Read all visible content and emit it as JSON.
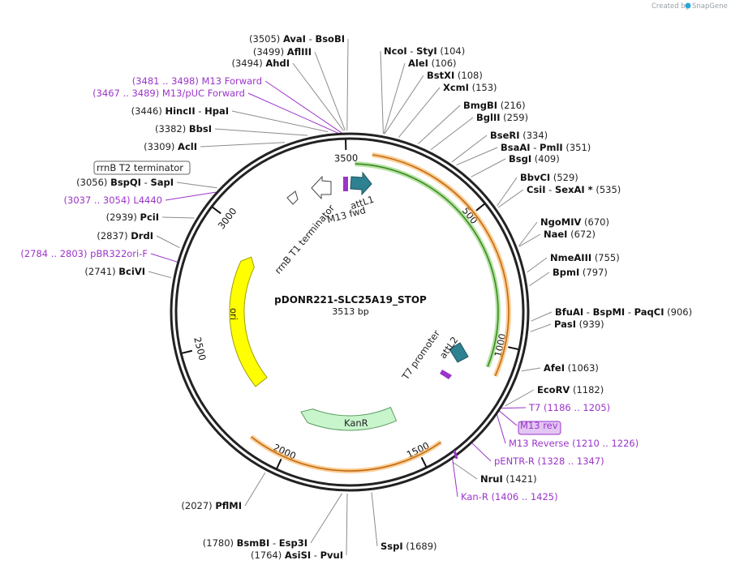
{
  "title": "pDONR221-SLC25A19_STOP",
  "size": "3513 bp",
  "credit": "Created by",
  "brand": "SnapGene",
  "total_bp": 3513,
  "ticks": [
    "500",
    "1000",
    "1500",
    "2000",
    "2500",
    "3000",
    "3500"
  ],
  "sites": [
    {
      "name": "AvaI",
      "name2": "BsoBI",
      "pos": "(3505)",
      "side": "L"
    },
    {
      "name": "AflIII",
      "pos": "(3499)",
      "side": "L"
    },
    {
      "name": "AhdI",
      "pos": "(3494)",
      "side": "L"
    },
    {
      "name": "HincII",
      "name2": "HpaI",
      "pos": "(3446)",
      "side": "L"
    },
    {
      "name": "BbsI",
      "pos": "(3382)",
      "side": "L"
    },
    {
      "name": "AclI",
      "pos": "(3309)",
      "side": "L"
    },
    {
      "name": "BspQI",
      "name2": "SapI",
      "pos": "(3056)",
      "side": "L"
    },
    {
      "name": "PciI",
      "pos": "(2939)",
      "side": "L"
    },
    {
      "name": "DrdI",
      "pos": "(2837)",
      "side": "L"
    },
    {
      "name": "BciVI",
      "pos": "(2741)",
      "side": "L"
    },
    {
      "name": "PflMI",
      "pos": "(2027)",
      "side": "L"
    },
    {
      "name": "BsmBI",
      "name2": "Esp3I",
      "pos": "(1780)",
      "side": "L"
    },
    {
      "name": "AsiSI",
      "name2": "PvuI",
      "pos": "(1764)",
      "side": "L"
    },
    {
      "name": "NcoI",
      "name2": "StyI",
      "pos": "(104)",
      "side": "R"
    },
    {
      "name": "AleI",
      "pos": "(106)",
      "side": "R"
    },
    {
      "name": "BstXI",
      "pos": "(108)",
      "side": "R"
    },
    {
      "name": "XcmI",
      "pos": "(153)",
      "side": "R"
    },
    {
      "name": "BmgBI",
      "pos": "(216)",
      "side": "R"
    },
    {
      "name": "BglII",
      "pos": "(259)",
      "side": "R"
    },
    {
      "name": "BseRI",
      "pos": "(334)",
      "side": "R"
    },
    {
      "name": "BsaAI",
      "name2": "PmlI",
      "pos": "(351)",
      "side": "R"
    },
    {
      "name": "BsgI",
      "pos": "(409)",
      "side": "R"
    },
    {
      "name": "BbvCI",
      "pos": "(529)",
      "side": "R"
    },
    {
      "name": "CsiI",
      "name2": "SexAI *",
      "pos": "(535)",
      "side": "R"
    },
    {
      "name": "NgoMIV",
      "pos": "(670)",
      "side": "R"
    },
    {
      "name": "NaeI",
      "pos": "(672)",
      "side": "R"
    },
    {
      "name": "NmeAIII",
      "pos": "(755)",
      "side": "R"
    },
    {
      "name": "BpmI",
      "pos": "(797)",
      "side": "R"
    },
    {
      "name": "BfuAI",
      "name2": "BspMI",
      "name3": "PaqCI",
      "pos": "(906)",
      "side": "R"
    },
    {
      "name": "PasI",
      "pos": "(939)",
      "side": "R"
    },
    {
      "name": "AfeI",
      "pos": "(1063)",
      "side": "R"
    },
    {
      "name": "EcoRV",
      "pos": "(1182)",
      "side": "R"
    },
    {
      "name": "NruI",
      "pos": "(1421)",
      "side": "R"
    },
    {
      "name": "SspI",
      "pos": "(1689)",
      "side": "R"
    }
  ],
  "primers": [
    {
      "name": "M13 Forward",
      "range": "(3481 .. 3498)",
      "side": "L"
    },
    {
      "name": "M13/pUC Forward",
      "range": "(3467 .. 3489)",
      "side": "L"
    },
    {
      "name": "L4440",
      "range": "(3037 .. 3054)",
      "side": "L"
    },
    {
      "name": "pBR322ori-F",
      "range": "(2784 .. 2803)",
      "side": "L"
    },
    {
      "name": "T7",
      "range": "(1186 .. 1205)",
      "side": "R"
    },
    {
      "name": "M13 rev",
      "range": "",
      "side": "R"
    },
    {
      "name": "M13 Reverse",
      "range": "(1210 .. 1226)",
      "side": "R"
    },
    {
      "name": "pENTR-R",
      "range": "(1328 .. 1347)",
      "side": "R"
    },
    {
      "name": "Kan-R",
      "range": "(1406 .. 1425)",
      "side": "R"
    }
  ],
  "features": {
    "rrnb_t2": "rrnB T2 terminator",
    "rrnb_t1": "rrnB T1 terminator",
    "attl1": "attL1",
    "m13fwd": "M13 fwd",
    "t7prom": "T7 promoter",
    "attl2": "attL2",
    "kanr": "KanR",
    "ori": "ori"
  },
  "colors": {
    "backbone": "#222222",
    "restriction_line": "#8c8c8c",
    "primer": "#9b35c9",
    "primer_box_fill": "#e2c6f3",
    "att_site": "#2e8190",
    "kanr_fill": "#c8f5cc",
    "ori_fill": "#ffff00",
    "orange_band": "#f5a742",
    "green_band": "#5fbf3a"
  }
}
